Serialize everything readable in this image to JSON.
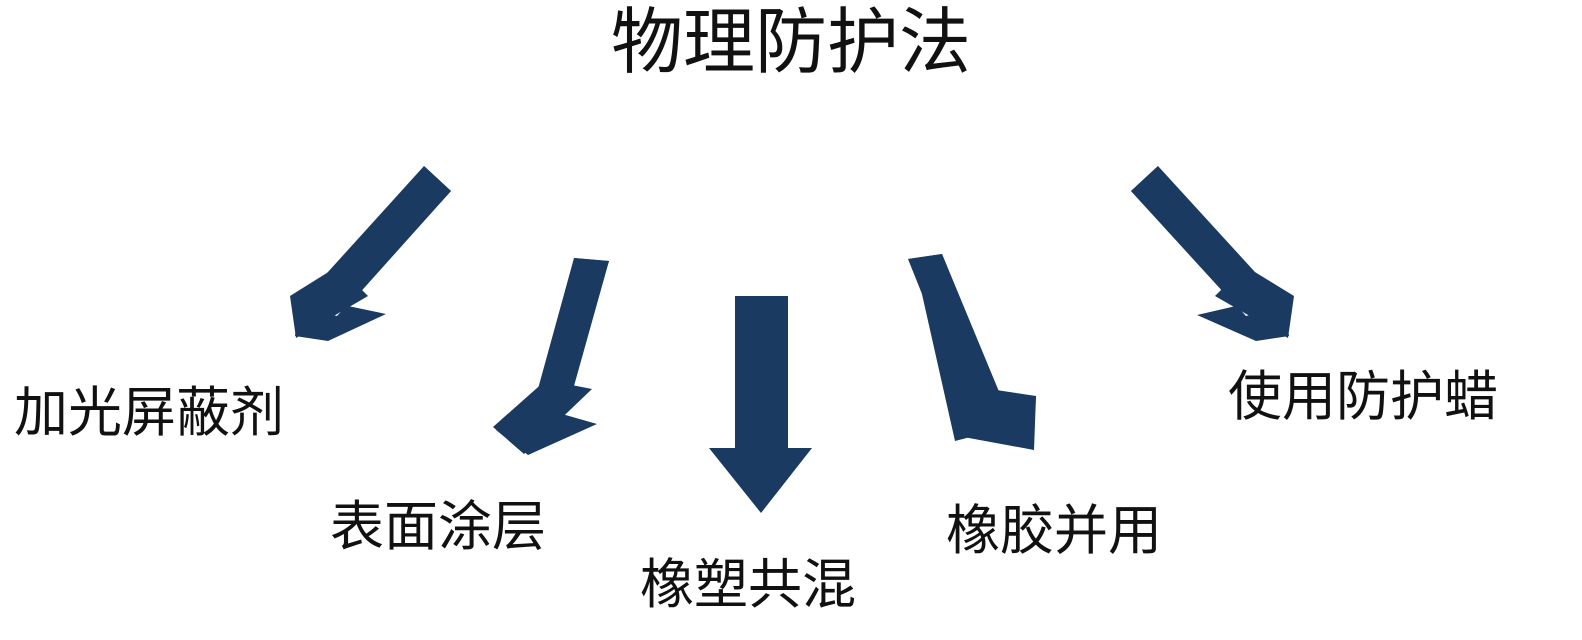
{
  "diagram": {
    "title": "物理防护法",
    "type": "fan-out-arrow-diagram",
    "background_color": "#ffffff",
    "text_color": "#111111",
    "arrow_color": "#1B3A61",
    "branch_count": 5,
    "branches": [
      {
        "label": "加光屏蔽剂",
        "arrow_direction": "down-left-45"
      },
      {
        "label": "表面涂层",
        "arrow_direction": "down-left-steep"
      },
      {
        "label": "橡塑共混",
        "arrow_direction": "down"
      },
      {
        "label": "橡胶并用",
        "arrow_direction": "down-right-steep"
      },
      {
        "label": "使用防护蜡",
        "arrow_direction": "down-right-45"
      }
    ]
  }
}
